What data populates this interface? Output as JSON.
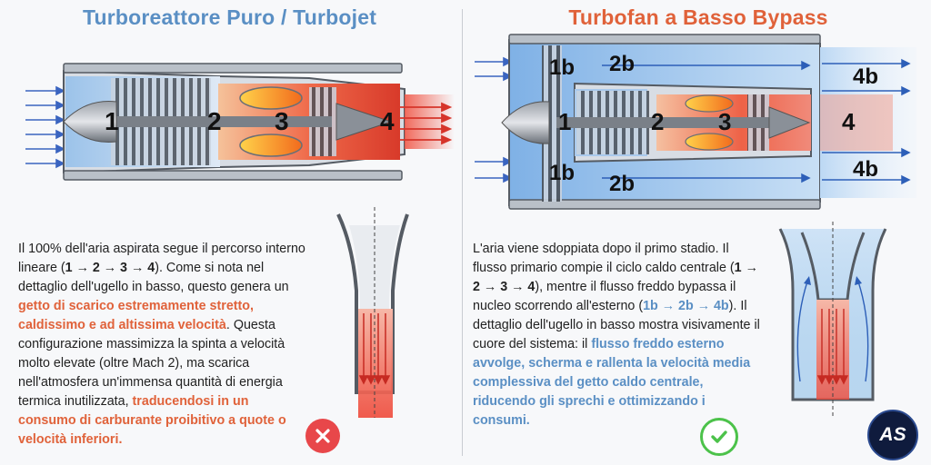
{
  "left": {
    "title": "Turboreattore Puro / Turbojet",
    "labels": [
      "1",
      "2",
      "3",
      "4"
    ],
    "text": {
      "p1": "Il 100% dell'aria aspirata segue il percorso interno lineare (",
      "path": "1 → 2 → 3 → 4",
      "p2": "). Come si nota nel dettaglio dell'ugello in basso, questo genera un ",
      "hl1": "getto di scarico estremamente stretto, caldissimo e ad altissima velocità",
      "p3": ". Questa configurazione massimizza la spinta a velocità molto elevate (oltre Mach 2), ma scarica nell'atmosfera un'immensa quantità di energia termica inutilizzata, ",
      "hl2": "traducendosi in un consumo di carburante proibitivo a quote o velocità inferiori."
    },
    "verdict_icon": "cross-icon",
    "verdict_color": "#e8474a"
  },
  "right": {
    "title": "Turbofan a Basso Bypass",
    "labels": [
      "1b",
      "2b",
      "1",
      "2",
      "3",
      "4",
      "4b",
      "1b",
      "2b",
      "4b"
    ],
    "text": {
      "p1": "L'aria viene sdoppiata dopo il primo stadio. Il flusso primario compie il ciclo caldo centrale (",
      "path1": "1 → 2 → 3 → 4",
      "p2": "), mentre il flusso freddo bypassa il nucleo scorrendo all'esterno (",
      "path2": "1b → 2b → 4b",
      "p3": "). Il dettaglio dell'ugello in basso mostra visivamente il cuore del sistema: il ",
      "hl1": "flusso freddo esterno avvolge, scherma e rallenta la velocità media complessiva del getto caldo centrale, riducendo gli sprechi e ottimizzando i consumi."
    },
    "verdict_icon": "check-icon",
    "verdict_color": "#4cc24a"
  },
  "logo": {
    "text": "AS"
  }
}
